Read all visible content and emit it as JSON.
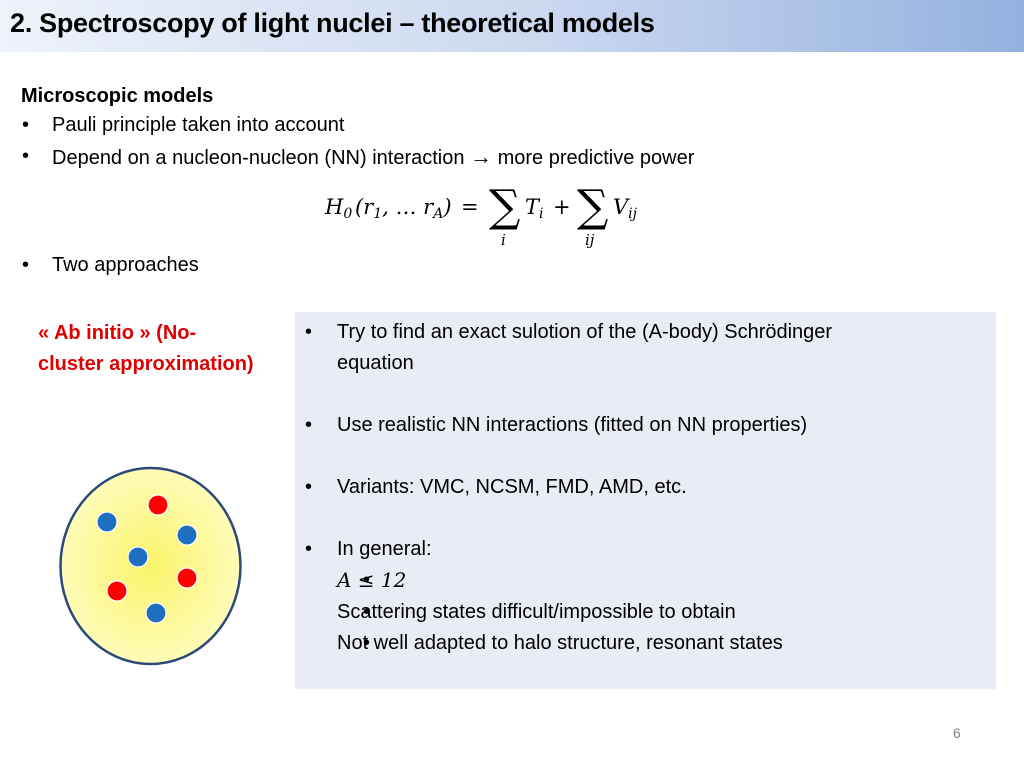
{
  "slide": {
    "title": "2. Spectroscopy of light nuclei – theoretical models",
    "page_number": "6"
  },
  "intro": {
    "heading": "Microscopic models",
    "bullets": [
      "Pauli principle taken into account",
      "Depend on a nucleon-nucleon (NN) interaction",
      "more predictive power"
    ],
    "second_bullet_arrow": "→",
    "approaches_bullet": "Two approaches"
  },
  "equation": {
    "H": "H",
    "H_sub": "0",
    "args_open": "(r",
    "args_sub1": "1",
    "args_mid": ", … r",
    "args_subA": "A",
    "args_close": ")",
    "equals": "=",
    "sum_symbol": "∑",
    "sum1_index": "i",
    "T": "T",
    "T_sub": "i",
    "plus": "+",
    "sum2_index": "ij",
    "V": "V",
    "V_sub": "ij"
  },
  "left_panel": {
    "label_line1": "« Ab initio » (No-",
    "label_line2": "cluster approximation)",
    "nucleus_colors": {
      "fill": "#fefcb8",
      "center_glow": "#fbf36a",
      "outline": "#2b4a7a",
      "proton": "#ff0000",
      "neutron": "#1f6fbf"
    }
  },
  "right_panel": {
    "bullet_1_line1": "Try to find an exact sulotion of the (A-body) Schrödinger",
    "bullet_1_line2": "equation",
    "bullet_2": "Use realistic NN interactions (fitted on NN properties)",
    "bullet_3": "Variants: VMC, NCSM, FMD, AMD, etc.",
    "bullet_4": "In general:",
    "sub_1_math": "A ≤ 12",
    "sub_2": "Scattering states difficult/impossible to obtain",
    "sub_3": "Not well adapted to halo structure, resonant states",
    "background_color": "#e9ecf5"
  }
}
